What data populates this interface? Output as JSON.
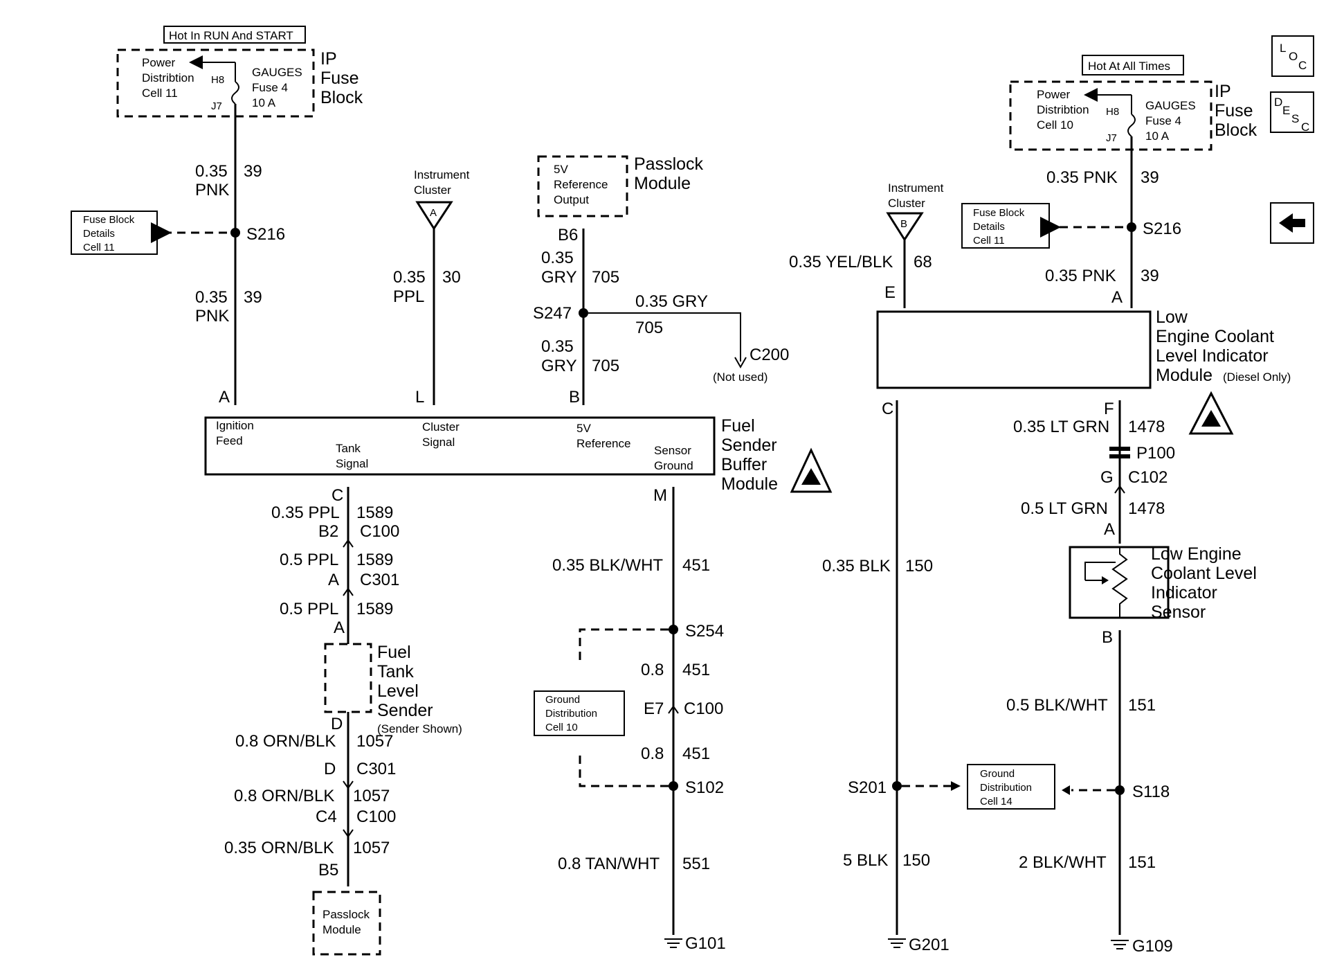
{
  "left": {
    "hot_label": "Hot In RUN And START",
    "fuse_block": {
      "pd": [
        "Power",
        "Distribtion",
        "Cell 11"
      ],
      "h8": "H8",
      "j7": "J7",
      "fuse": [
        "GAUGES",
        "Fuse 4",
        "10 A"
      ],
      "name": [
        "IP",
        "Fuse",
        "Block"
      ]
    },
    "w1": {
      "gauge": "0.35",
      "color": "PNK",
      "circuit": "39"
    },
    "fbd": [
      "Fuse Block",
      "Details",
      "Cell 11"
    ],
    "s216": "S216",
    "w2": {
      "gauge": "0.35",
      "color": "PNK",
      "circuit": "39"
    },
    "ic": {
      "label": [
        "Instrument",
        "Cluster"
      ],
      "letter": "A"
    },
    "w_ic": {
      "gauge": "0.35",
      "color": "PPL",
      "circuit": "30"
    },
    "passlock_top": {
      "inner": [
        "5V",
        "Reference",
        "Output"
      ],
      "name": [
        "Passlock",
        "Module"
      ],
      "pin": "B6"
    },
    "w_gry1": {
      "gauge": "0.35",
      "color": "GRY",
      "circuit": "705"
    },
    "s247": "S247",
    "w_gry_branch": {
      "label": "0.35 GRY",
      "circuit": "705"
    },
    "c200": "C200",
    "not_used": "(Not used)",
    "w_gry2": {
      "gauge": "0.35",
      "color": "GRY",
      "circuit": "705"
    },
    "pins": {
      "a": "A",
      "l": "L",
      "b": "B"
    },
    "fsbm": {
      "ignition": [
        "Ignition",
        "Feed"
      ],
      "tank": [
        "Tank",
        "Signal"
      ],
      "cluster": [
        "Cluster",
        "Signal"
      ],
      "ref": [
        "5V",
        "Reference"
      ],
      "ground": [
        "Sensor",
        "Ground"
      ],
      "name": [
        "Fuel",
        "Sender",
        "Buffer",
        "Module"
      ]
    },
    "tank_chain": {
      "pin_c": "C",
      "w1": {
        "label": "0.35 PPL",
        "circuit": "1589"
      },
      "b2": "B2",
      "c100": "C100",
      "w2": {
        "label": "0.5 PPL",
        "circuit": "1589"
      },
      "a1": "A",
      "c301": "C301",
      "w3": {
        "label": "0.5 PPL",
        "circuit": "1589"
      },
      "a2": "A",
      "sender": [
        "Fuel",
        "Tank",
        "Level",
        "Sender"
      ],
      "sender_note": "(Sender Shown)",
      "d1": "D",
      "w4": {
        "label": "0.8 ORN/BLK",
        "circuit": "1057"
      },
      "d2": "D",
      "c301b": "C301",
      "w5": {
        "label": "0.8 ORN/BLK",
        "circuit": "1057"
      },
      "c4": "C4",
      "c100b": "C100",
      "w6": {
        "label": "0.35 ORN/BLK",
        "circuit": "1057"
      },
      "b5": "B5",
      "passlock": [
        "Passlock",
        "Module"
      ]
    },
    "ground_chain": {
      "pin_m": "M",
      "w1": {
        "label": "0.35 BLK/WHT",
        "circuit": "451"
      },
      "s254": "S254",
      "w2": {
        "label": "0.8",
        "circuit": "451"
      },
      "e7": "E7",
      "c100": "C100",
      "w3": {
        "label": "0.8",
        "circuit": "451"
      },
      "s102": "S102",
      "gd": [
        "Ground",
        "Distribution",
        "Cell 10"
      ],
      "w4": {
        "label": "0.8 TAN/WHT",
        "circuit": "551"
      },
      "g101": "G101"
    }
  },
  "right": {
    "hot_label": "Hot At All Times",
    "fuse_block": {
      "pd": [
        "Power",
        "Distribtion",
        "Cell 10"
      ],
      "h8": "H8",
      "j7": "J7",
      "fuse": [
        "GAUGES",
        "Fuse 4",
        "10 A"
      ],
      "name": [
        "IP",
        "Fuse",
        "Block"
      ]
    },
    "w1": {
      "label": "0.35 PNK",
      "circuit": "39"
    },
    "fbd": [
      "Fuse Block",
      "Details",
      "Cell 11"
    ],
    "s216": "S216",
    "w2": {
      "label": "0.35 PNK",
      "circuit": "39"
    },
    "pin_a": "A",
    "ic": {
      "label": [
        "Instrument",
        "Cluster"
      ],
      "letter": "B"
    },
    "w_ic": {
      "label": "0.35 YEL/BLK",
      "circuit": "68"
    },
    "pin_e": "E",
    "module": [
      "Low",
      "Engine Coolant",
      "Level Indicator",
      "Module"
    ],
    "module_note": "(Diesel Only)",
    "pin_c": "C",
    "w_c": {
      "label": "0.35 BLK",
      "circuit": "150"
    },
    "s201": "S201",
    "gd": [
      "Ground",
      "Distribution",
      "Cell 14"
    ],
    "w_c2": {
      "label": "5 BLK",
      "circuit": "150"
    },
    "g201": "G201",
    "pin_f": "F",
    "w_f": {
      "label": "0.35 LT GRN",
      "circuit": "1478"
    },
    "p100": "P100",
    "g": "G",
    "c102": "C102",
    "w_g": {
      "label": "0.5 LT GRN",
      "circuit": "1478"
    },
    "pin_a2": "A",
    "sensor": [
      "Low Engine",
      "Coolant Level",
      "Indicator",
      "Sensor"
    ],
    "pin_b": "B",
    "w_b": {
      "label": "0.5 BLK/WHT",
      "circuit": "151"
    },
    "s118": "S118",
    "w_b2": {
      "label": "2 BLK/WHT",
      "circuit": "151"
    },
    "g109": "G109"
  },
  "nav": {
    "loc": [
      "L",
      "O",
      "C"
    ],
    "desc": [
      "D",
      "E",
      "S",
      "C"
    ],
    "back_icon": "back-arrow-icon"
  }
}
